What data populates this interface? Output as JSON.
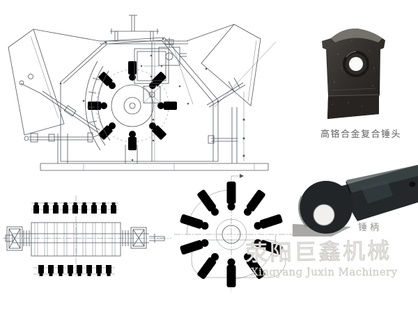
{
  "colors": {
    "background": "#ffffff",
    "drawing_line": "#53555e",
    "caption": "#5d5d5d",
    "caption_light": "#90908e",
    "watermark_fill": "#e8e7e3",
    "watermark_stroke": "#c6c5c1",
    "metal_dark": "#2e2b28",
    "metal_highlight": "#807c76",
    "surface_gray": "#a9a8a5"
  },
  "captions": {
    "hammer_head": "高铬合金复合锤头",
    "hammer_handle": "锤柄"
  },
  "watermark": {
    "cn": "荥阳巨鑫机械",
    "en": "Xingyang Juxin Machinery"
  }
}
